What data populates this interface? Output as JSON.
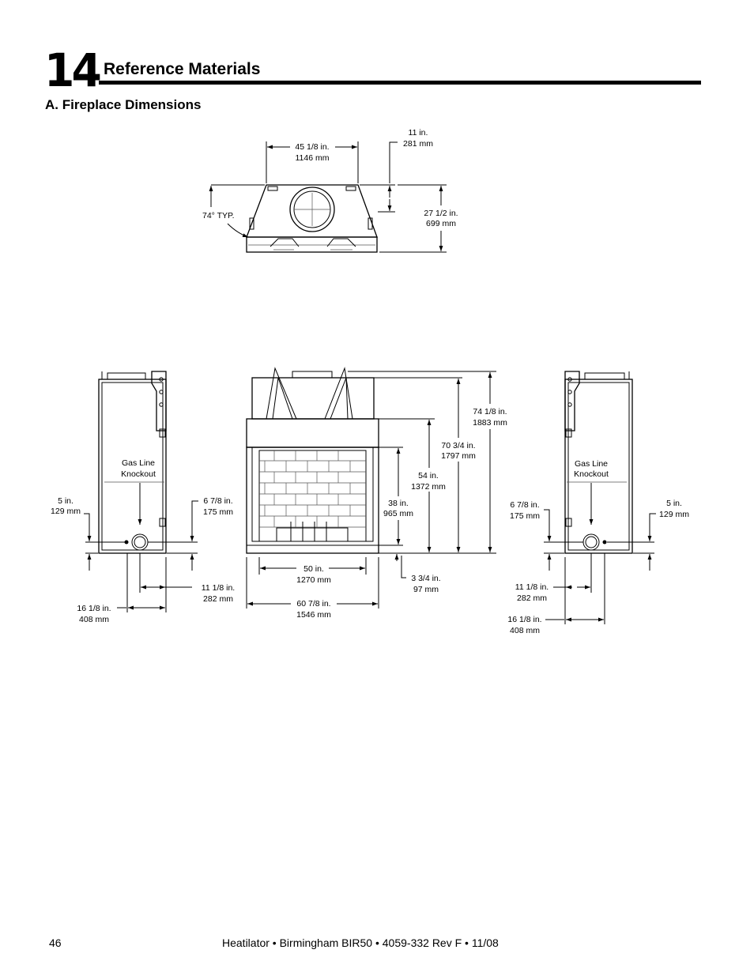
{
  "header": {
    "chapter_number": "14",
    "chapter_title": "Reference Materials",
    "section_title": "A. Fireplace Dimensions"
  },
  "diagram": {
    "top_view": {
      "width": [
        "45 1/8 in.",
        "1146 mm"
      ],
      "offset": [
        "11 in.",
        "281 mm"
      ],
      "depth": [
        "27 1/2 in.",
        "699 mm"
      ],
      "angle": "74° TYP."
    },
    "left_side": {
      "knockout": [
        "Gas Line",
        "Knockout"
      ],
      "height_a": [
        "5 in.",
        "129 mm"
      ],
      "height_b": [
        "6 7/8 in.",
        "175 mm"
      ],
      "depth_a": [
        "11 1/8 in.",
        "282 mm"
      ],
      "depth_b": [
        "16 1/8 in.",
        "408 mm"
      ]
    },
    "front_view": {
      "opening_width": [
        "50 in.",
        "1270 mm"
      ],
      "overall_width": [
        "60 7/8 in.",
        "1546 mm"
      ],
      "base_height": [
        "3 3/4 in.",
        "97 mm"
      ],
      "opening_height": [
        "38 in.",
        "965 mm"
      ],
      "hood_height": [
        "54 in.",
        "1372 mm"
      ],
      "height_mid": [
        "70 3/4 in.",
        "1797 mm"
      ],
      "overall_height": [
        "74 1/8 in.",
        "1883 mm"
      ]
    },
    "right_side": {
      "knockout": [
        "Gas Line",
        "Knockout"
      ],
      "height_b": [
        "6 7/8 in.",
        "175 mm"
      ],
      "height_a": [
        "5 in.",
        "129 mm"
      ],
      "depth_a": [
        "11 1/8 in.",
        "282 mm"
      ],
      "depth_b": [
        "16 1/8 in.",
        "408 mm"
      ]
    }
  },
  "footer": {
    "page_number": "46",
    "doc_info": "Heatilator • Birmingham BIR50 • 4059-332 Rev F • 11/08"
  }
}
